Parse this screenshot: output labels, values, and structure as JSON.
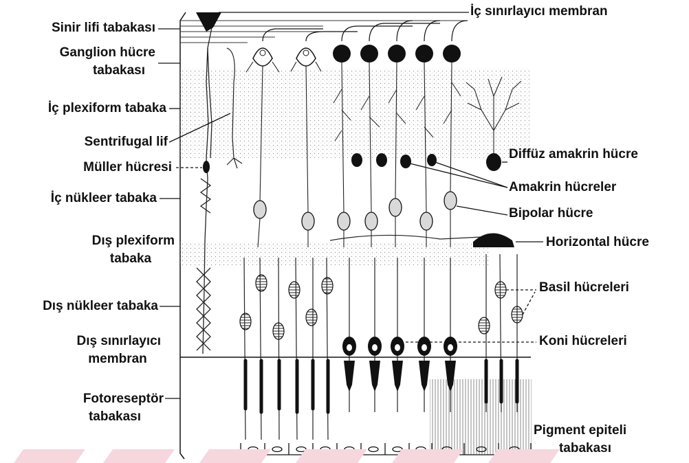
{
  "figure": {
    "colors": {
      "ink": "#111111",
      "stipple": "#c8c8c8",
      "pigment": "#cfcfcf",
      "watermark": "#f6d7de"
    },
    "labels_left": {
      "sinir_lifi": "Sinir lifi tabakası",
      "ganglion_1": "Ganglion hücre",
      "ganglion_2": "tabakası",
      "ic_plexiform": "İç plexiform tabaka",
      "sentrifugal": "Sentrifugal lif",
      "muller": "Müller hücresi",
      "ic_nukleer": "İç nükleer tabaka",
      "dis_plexiform_1": "Dış plexiform",
      "dis_plexiform_2": "tabaka",
      "dis_nukleer": "Dış nükleer tabaka",
      "dis_sinirlayici_1": "Dış sınırlayıcı",
      "dis_sinirlayici_2": "membran",
      "fotoreseptor_1": "Fotoreseptör",
      "fotoreseptor_2": "tabakası"
    },
    "labels_right": {
      "ic_sinirlayici": "İç sınırlayıcı membran",
      "diffuz_amakrin": "Diffüz amakrin hücre",
      "amakrin": "Amakrin hücreler",
      "bipolar": "Bipolar hücre",
      "horizontal": "Horizontal hücre",
      "basil": "Basil hücreleri",
      "koni": "Koni hücreleri",
      "pigment_1": "Pigment epiteli",
      "pigment_2": "tabakası"
    }
  }
}
